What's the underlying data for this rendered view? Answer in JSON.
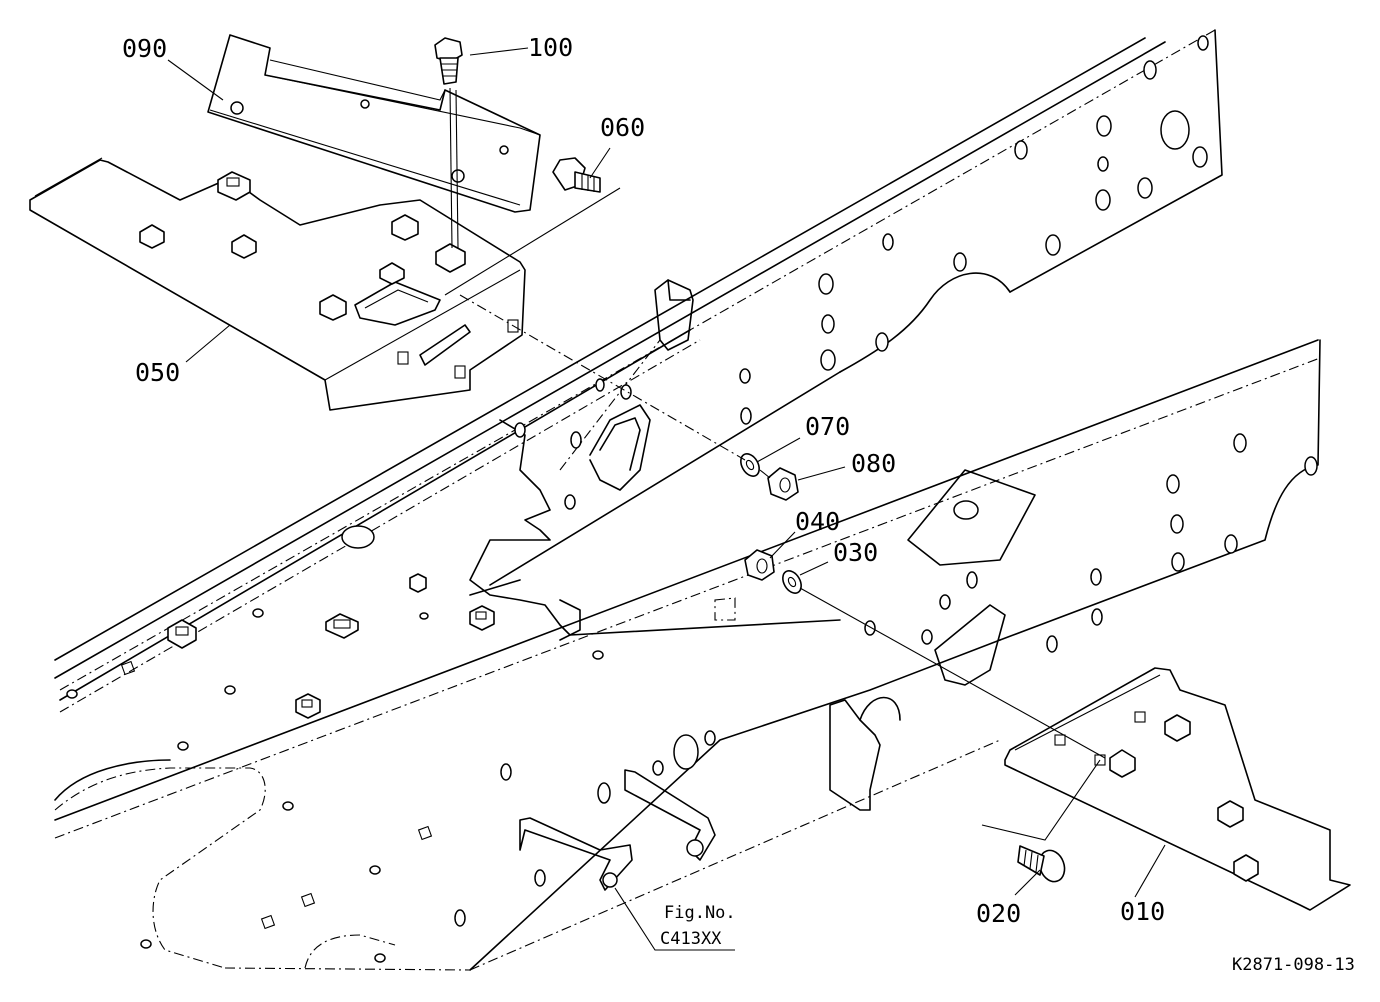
{
  "diagram": {
    "callouts": [
      {
        "id": "090",
        "label": "090"
      },
      {
        "id": "100",
        "label": "100"
      },
      {
        "id": "060",
        "label": "060"
      },
      {
        "id": "050",
        "label": "050"
      },
      {
        "id": "070",
        "label": "070"
      },
      {
        "id": "080",
        "label": "080"
      },
      {
        "id": "040",
        "label": "040"
      },
      {
        "id": "030",
        "label": "030"
      },
      {
        "id": "020",
        "label": "020"
      },
      {
        "id": "010",
        "label": "010"
      }
    ],
    "reference": {
      "line1": "Fig.No.",
      "line2": "C413XX"
    },
    "drawing_number": "K2871-098-13"
  }
}
